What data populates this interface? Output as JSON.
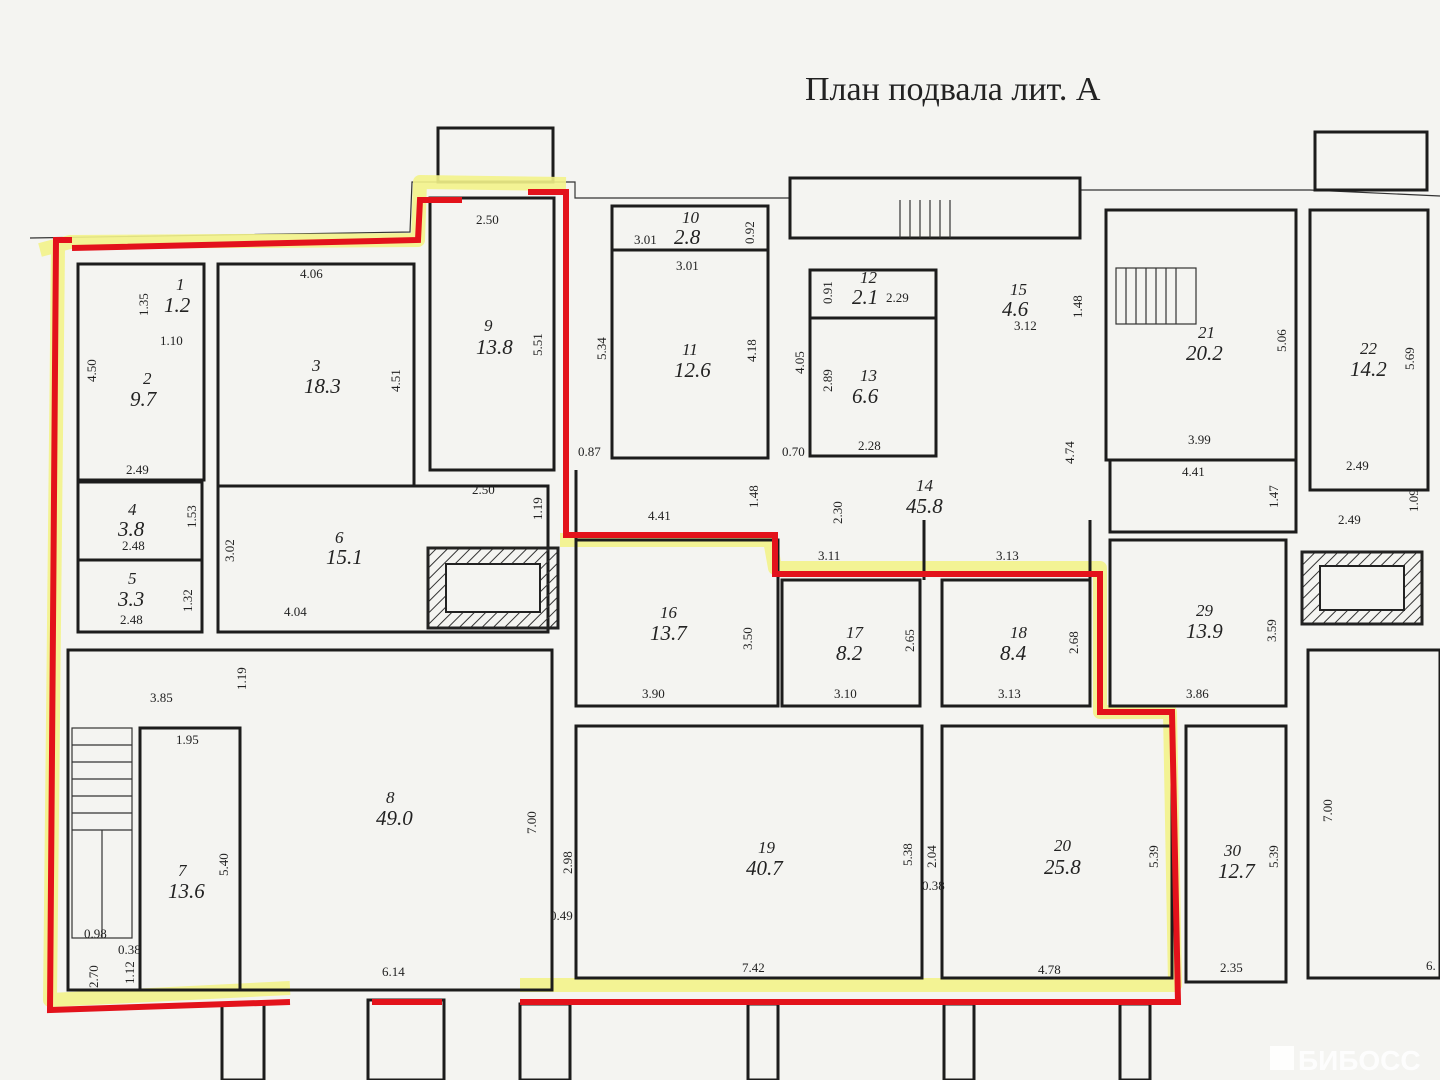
{
  "title": "План подвала лит. А",
  "watermark": "БИБОСС",
  "colors": {
    "boundary": "#e3121b",
    "highlight": "#f3f38a"
  },
  "rooms": [
    {
      "num": "1",
      "area": "1.2"
    },
    {
      "num": "2",
      "area": "9.7"
    },
    {
      "num": "3",
      "area": "18.3"
    },
    {
      "num": "4",
      "area": "3.8"
    },
    {
      "num": "5",
      "area": "3.3"
    },
    {
      "num": "6",
      "area": "15.1"
    },
    {
      "num": "7",
      "area": "13.6"
    },
    {
      "num": "8",
      "area": "49.0"
    },
    {
      "num": "9",
      "area": "13.8"
    },
    {
      "num": "10",
      "area": "2.8"
    },
    {
      "num": "11",
      "area": "12.6"
    },
    {
      "num": "12",
      "area": "2.1"
    },
    {
      "num": "13",
      "area": "6.6"
    },
    {
      "num": "14",
      "area": "45.8"
    },
    {
      "num": "15",
      "area": "4.6"
    },
    {
      "num": "16",
      "area": "13.7"
    },
    {
      "num": "17",
      "area": "8.2"
    },
    {
      "num": "18",
      "area": "8.4"
    },
    {
      "num": "19",
      "area": "40.7"
    },
    {
      "num": "20",
      "area": "25.8"
    },
    {
      "num": "21",
      "area": "20.2"
    },
    {
      "num": "22",
      "area": "14.2"
    },
    {
      "num": "29",
      "area": "13.9"
    },
    {
      "num": "30",
      "area": "12.7"
    }
  ],
  "dimensions": [
    "4.06",
    "1.35",
    "1.10",
    "4.50",
    "4.51",
    "2.49",
    "1.53",
    "2.48",
    "3.02",
    "1.32",
    "2.48",
    "4.04",
    "2.50",
    "5.51",
    "2.50",
    "1.19",
    "3.01",
    "0.92",
    "3.01",
    "5.34",
    "4.18",
    "0.87",
    "0.70",
    "4.05",
    "0.91",
    "2.29",
    "2.89",
    "2.28",
    "3.12",
    "1.48",
    "4.74",
    "5.06",
    "3.99",
    "4.41",
    "1.47",
    "2.49",
    "1.09",
    "5.69",
    "2.49",
    "4.41",
    "1.48",
    "2.30",
    "3.11",
    "3.13",
    "3.50",
    "3.90",
    "2.65",
    "3.10",
    "2.68",
    "3.13",
    "3.59",
    "3.86",
    "1.19",
    "3.85",
    "1.95",
    "5.40",
    "0.98",
    "0.38",
    "2.70",
    "1.12",
    "6.14",
    "7.00",
    "2.98",
    "0.49",
    "5.38",
    "2.04",
    "0.38",
    "5.39",
    "5.39",
    "7.42",
    "4.78",
    "2.35",
    "7.00",
    "6."
  ]
}
